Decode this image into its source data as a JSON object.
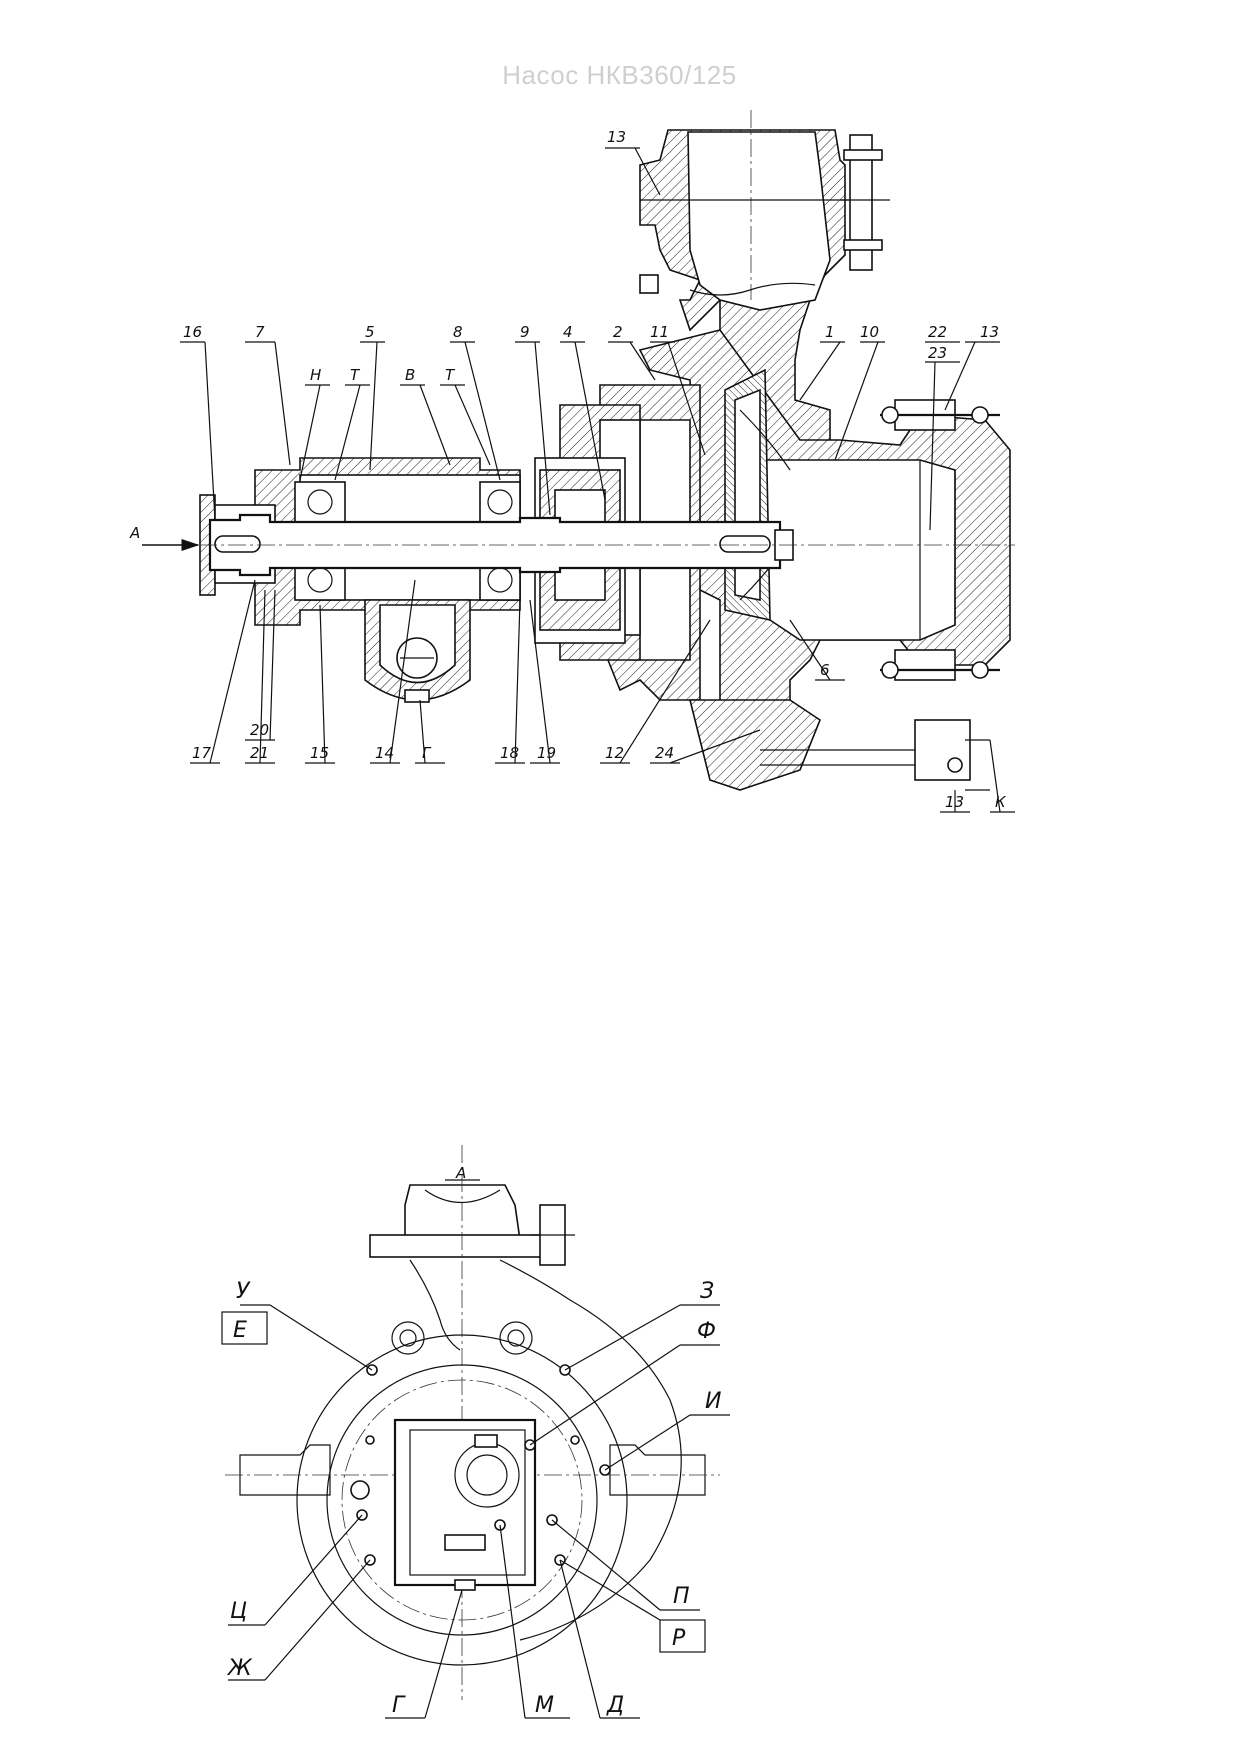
{
  "title": "Насос НКВ360/125",
  "section_view": {
    "flow_arrow_label": "А",
    "top_labels": [
      "16",
      "7",
      "Н",
      "Т",
      "5",
      "В",
      "Т",
      "8",
      "9",
      "4",
      "2",
      "11",
      "1",
      "10",
      "22",
      "23",
      "13"
    ],
    "top_labels_outlet": "13",
    "bottom_labels": [
      "17",
      "20",
      "21",
      "15",
      "14",
      "Г",
      "18",
      "19",
      "12",
      "24",
      "13",
      "К"
    ],
    "side_label": "6"
  },
  "end_view": {
    "top_label": "А",
    "left_labels": [
      "У",
      "Е",
      "Ц",
      "Ж"
    ],
    "right_labels": [
      "З",
      "Ф",
      "И",
      "П",
      "Р"
    ],
    "bottom_labels": [
      "Г",
      "М",
      "Д"
    ]
  }
}
